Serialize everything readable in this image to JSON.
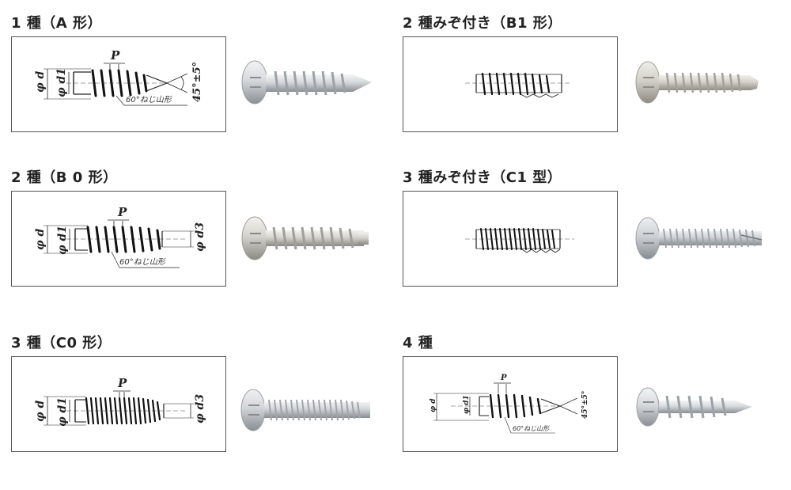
{
  "types": [
    {
      "title": "1 種（A 形）",
      "labels": {
        "p": "P",
        "d": "φ d",
        "d1": "φ d1",
        "angle": "45°±5°",
        "thread": "60°ねじ山形"
      }
    },
    {
      "title": "2 種みぞ付き（B1 形）",
      "labels": {}
    },
    {
      "title": "2 種（B 0 形）",
      "labels": {
        "p": "P",
        "d": "φ d",
        "d1": "φ d1",
        "d3": "φ d3",
        "thread": "60°ねじ山形"
      }
    },
    {
      "title": "3 種みぞ付き（C1 型）",
      "labels": {}
    },
    {
      "title": "3 種（C0 形）",
      "labels": {
        "p": "P",
        "d": "φ d",
        "d1": "φ d1",
        "d3": "φ d3"
      }
    },
    {
      "title": "4 種",
      "labels": {
        "p": "P",
        "d": "φ d",
        "d1": "φ d1",
        "angle": "45°±5°",
        "thread": "60°ねじ山形"
      }
    }
  ],
  "colors": {
    "line": "#222222",
    "metal_light": "#e6e8ea",
    "metal_mid": "#b9bdc2",
    "metal_dark": "#7d8288"
  }
}
